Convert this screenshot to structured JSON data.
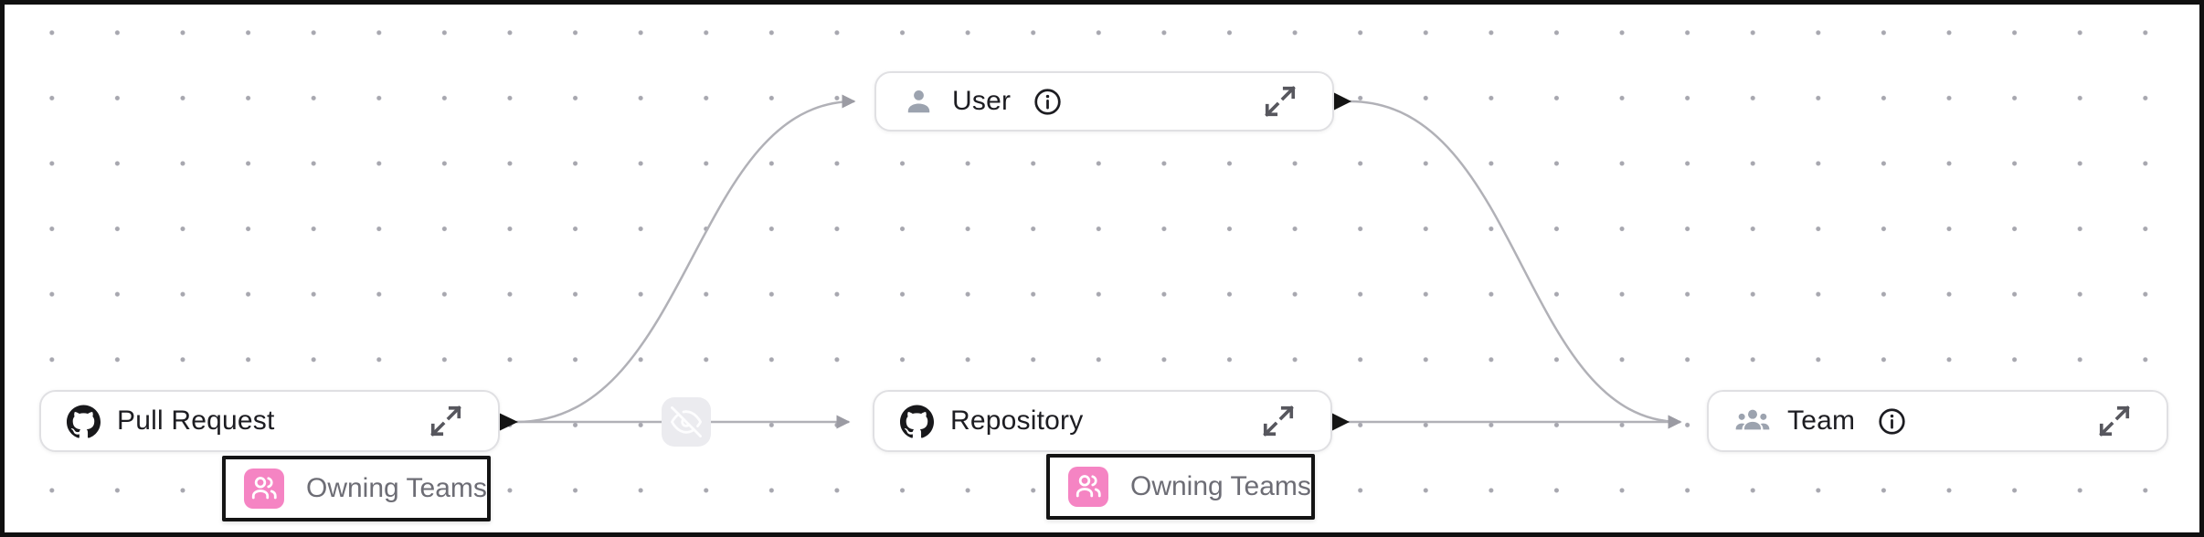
{
  "canvas": {
    "type": "flow-diagram-canvas",
    "background_color": "#ffffff",
    "dot_grid_color": "#a7a7af",
    "frame_border_color": "#101010"
  },
  "nodes": [
    {
      "id": "pull-request",
      "label": "Pull Request",
      "icon": "github-icon",
      "has_info": false,
      "has_expand": true
    },
    {
      "id": "user",
      "label": "User",
      "icon": "user-icon",
      "has_info": true,
      "has_expand": true
    },
    {
      "id": "repository",
      "label": "Repository",
      "icon": "github-icon",
      "has_info": false,
      "has_expand": true
    },
    {
      "id": "team",
      "label": "Team",
      "icon": "team-icon",
      "has_info": true,
      "has_expand": true
    }
  ],
  "relation_badges": [
    {
      "label": "Owning Teams",
      "icon": "owning-teams-icon",
      "icon_bg_color": "#f584c3",
      "attached_to": "pull-request"
    },
    {
      "label": "Owning Teams",
      "icon": "owning-teams-icon",
      "icon_bg_color": "#f584c3",
      "attached_to": "repository"
    }
  ],
  "edges": [
    {
      "from": "pull-request",
      "to": "user"
    },
    {
      "from": "pull-request",
      "to": "repository",
      "midpoint_icon": "hidden-relation-eye-off-icon"
    },
    {
      "from": "repository",
      "to": "team"
    },
    {
      "from": "user",
      "to": "team"
    }
  ],
  "colors": {
    "edge_line": "#b1b1b7",
    "edge_arrow": "#9b9ba3",
    "source_handle": "#141414",
    "node_border": "#e0e0e3",
    "node_label": "#1d1d22",
    "entity_icon_gray": "#9ca3af",
    "badge_text": "#6d6d75",
    "badge_border": "#141414",
    "pink_accent": "#f584c3",
    "expand_icon": "#57575e"
  }
}
